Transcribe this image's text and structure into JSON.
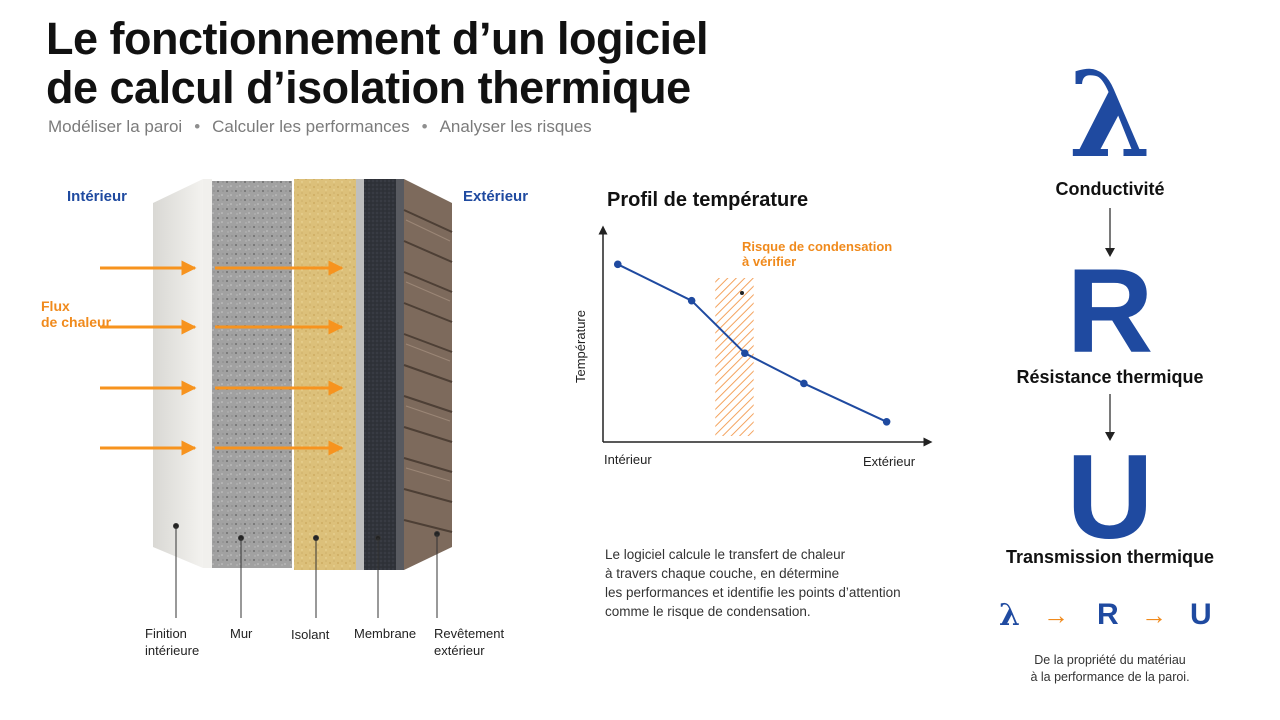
{
  "header": {
    "title_line1": "Le fonctionnement d’un logiciel",
    "title_line2": "de calcul d’isolation thermique",
    "steps": [
      "Modéliser la paroi",
      "Calculer les performances",
      "Analyser les risques"
    ],
    "separator": "•"
  },
  "wall": {
    "interior_label": "Intérieur",
    "exterior_label": "Extérieur",
    "heat_flow_line1": "Flux",
    "heat_flow_line2": "de chaleur",
    "layers": [
      {
        "line1": "Finition",
        "line2": "intérieure"
      },
      {
        "line1": "Mur",
        "line2": ""
      },
      {
        "line1": "Isolant",
        "line2": ""
      },
      {
        "line1": "Membrane",
        "line2": ""
      },
      {
        "line1": "Revêtement",
        "line2": "extérieur"
      }
    ],
    "colors": {
      "heat_arrow": "#f7931e",
      "label_blue": "#1f4aa0",
      "finish": "#ecebe7",
      "masonry": "#9c9c9c",
      "insulation": "#dcc07a",
      "membrane": "#2d2f33",
      "cladding": "#7d6a5c"
    }
  },
  "chart": {
    "title": "Profil de température",
    "condensation_line1": "Risque de condensation",
    "condensation_line2": "à vérifier",
    "ylabel": "Température",
    "x_start": "Intérieur",
    "x_end": "Extérieur"
  },
  "chart_data": {
    "type": "line",
    "title": "Profil de température",
    "xlabel": "",
    "ylabel": "Température",
    "x_tick_labels": [
      "Intérieur",
      "Extérieur"
    ],
    "x": [
      0.05,
      0.3,
      0.48,
      0.68,
      0.96
    ],
    "y": [
      0.88,
      0.7,
      0.44,
      0.29,
      0.1
    ],
    "xlim": [
      0,
      1.1
    ],
    "ylim": [
      0,
      1.05
    ],
    "grid": false,
    "highlight_band": {
      "x_from": 0.38,
      "x_to": 0.51,
      "label": "Risque de condensation à vérifier"
    },
    "line_color": "#1f4aa0",
    "band_color": "#f4a460"
  },
  "description": {
    "lines": [
      "Le logiciel calcule le transfert de chaleur",
      "à travers chaque couche, en détermine",
      "les performances et identifie les points d’attention",
      "comme le risque de condensation."
    ]
  },
  "properties": {
    "lambda_symbol": "λ",
    "lambda_label": "Conductivité",
    "r_symbol": "R",
    "r_label": "Résistance thermique",
    "u_symbol": "U",
    "u_label": "Transmission thermique",
    "chain": {
      "a": "λ",
      "b": "R",
      "c": "U",
      "arrow": "→"
    },
    "note_line1": "De la propriété du matériau",
    "note_line2": "à la performance de la paroi."
  }
}
